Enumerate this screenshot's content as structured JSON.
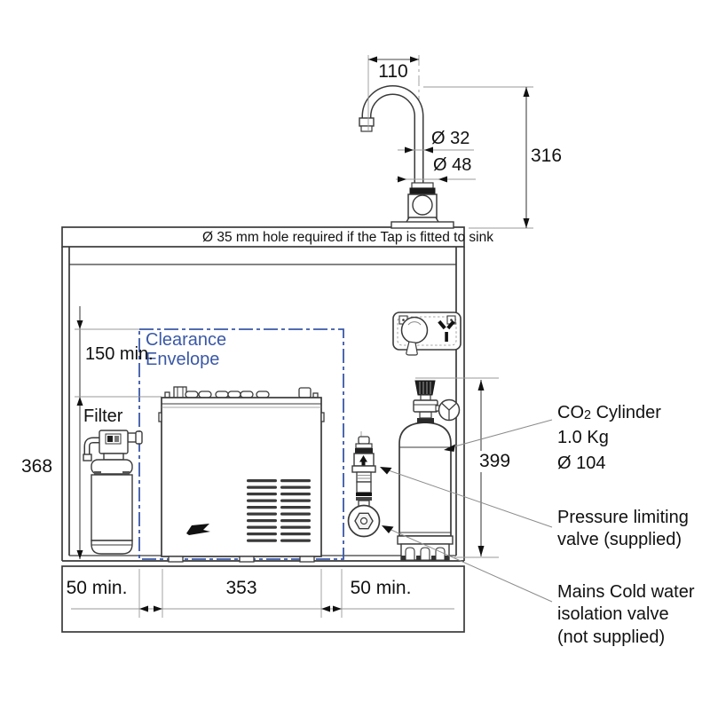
{
  "colors": {
    "line": "#3a3a3a",
    "dim_gray": "#8c8c8c",
    "envelope_blue": "#3a58a7",
    "arrow_black": "#111111"
  },
  "bench": {
    "hole_note": "Ø 35 mm hole required if the Tap is fitted to sink"
  },
  "tap": {
    "spout_reach": "110",
    "height_above_bench": "316",
    "spout_diameter": "Ø 32",
    "body_diameter": "Ø 48"
  },
  "clearance": {
    "label_line1": "Clearance",
    "label_line2": "Envelope",
    "top_clearance": "150 min.",
    "left_gap": "50 min.",
    "unit_width": "353",
    "right_gap": "50 min.",
    "unit_height": "368"
  },
  "filter": {
    "label": "Filter"
  },
  "cylinder": {
    "height": "399",
    "name_prefix": "CO",
    "name_sub": "2",
    "name_suffix": " Cylinder",
    "weight": "1.0 Kg",
    "diameter": "Ø 104"
  },
  "callouts": {
    "pressure_l1": "Pressure limiting",
    "pressure_l2": "valve (supplied)",
    "mains_l1": "Mains Cold water",
    "mains_l2": "isolation valve",
    "mains_l3": "(not supplied)"
  }
}
